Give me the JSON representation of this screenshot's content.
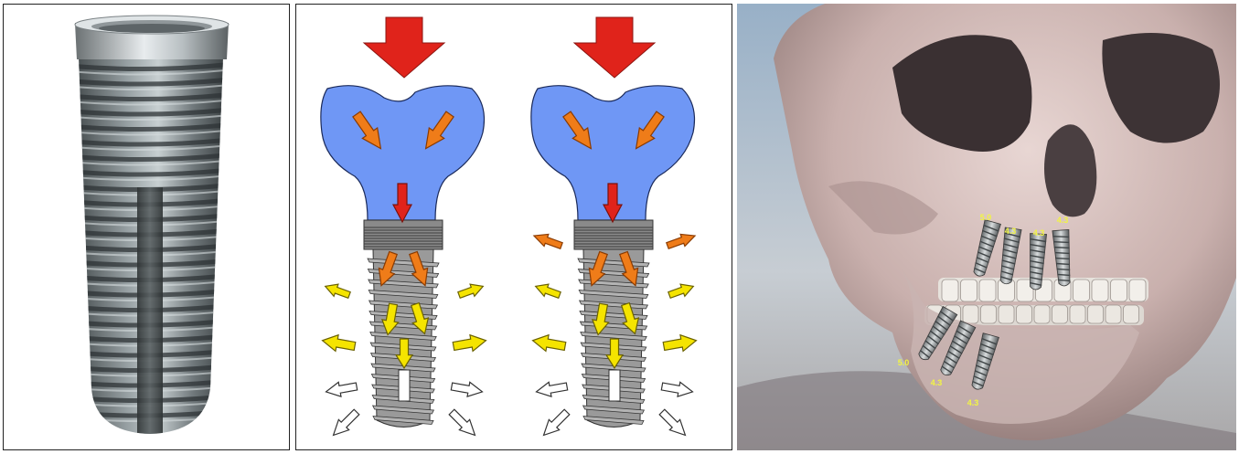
{
  "panels": {
    "implant_render": {
      "kind": "photo"
    },
    "load_diagram": {
      "kind": "illustration"
    },
    "skull_render": {
      "kind": "photo",
      "implant_labels": [
        "5.0",
        "4.3",
        "4.3",
        "4.3",
        "5.0",
        "4.3",
        "4.3"
      ]
    }
  },
  "colors": {
    "crown_blue": "#6f97f5",
    "force_red": "#e0231b",
    "force_orange": "#ef7c19",
    "force_yellow": "#f5e400",
    "implant_grey": "#9a9a9a"
  }
}
